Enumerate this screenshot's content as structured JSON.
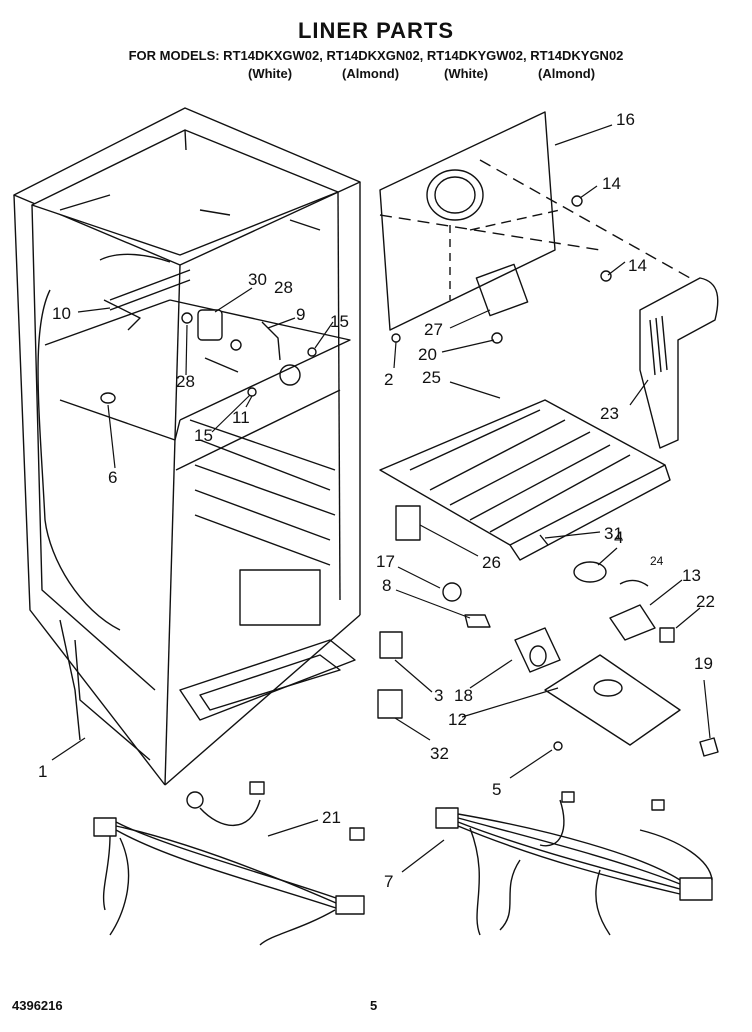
{
  "page": {
    "title": "LINER PARTS",
    "models_line": "FOR MODELS: RT14DKXGW02, RT14DKXGN02, RT14DKYGW02, RT14DKYGN02",
    "variants": [
      "(White)",
      "(Almond)",
      "(White)",
      "(Almond)"
    ],
    "footer_doc": "4396216",
    "footer_page": "5"
  },
  "callouts": [
    "16",
    "14",
    "14",
    "30",
    "28",
    "9",
    "10",
    "15",
    "27",
    "20",
    "2",
    "25",
    "23",
    "28",
    "11",
    "15",
    "6",
    "31",
    "4",
    "26",
    "17",
    "24",
    "13",
    "22",
    "8",
    "3",
    "18",
    "12",
    "19",
    "1",
    "32",
    "5",
    "21",
    "7"
  ]
}
